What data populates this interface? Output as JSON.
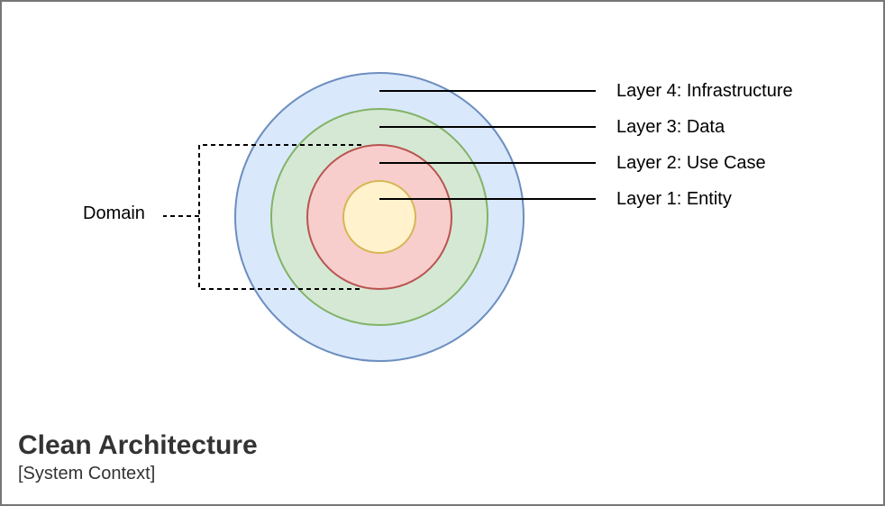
{
  "title": "Clean Architecture",
  "subtitle": "[System Context]",
  "domain_label": "Domain",
  "layers": [
    {
      "label": "Layer 4: Infrastructure",
      "fill": "#dae8fc",
      "stroke": "#6c8ebf"
    },
    {
      "label": "Layer 3: Data",
      "fill": "#d5e8d4",
      "stroke": "#82b366"
    },
    {
      "label": "Layer 2: Use Case",
      "fill": "#f8cecc",
      "stroke": "#b85450"
    },
    {
      "label": "Layer 1: Entity",
      "fill": "#fff2cc",
      "stroke": "#d6b656"
    }
  ],
  "colors": {
    "frame_border": "#767676",
    "title_text": "#333333",
    "leader_line": "#000000"
  }
}
